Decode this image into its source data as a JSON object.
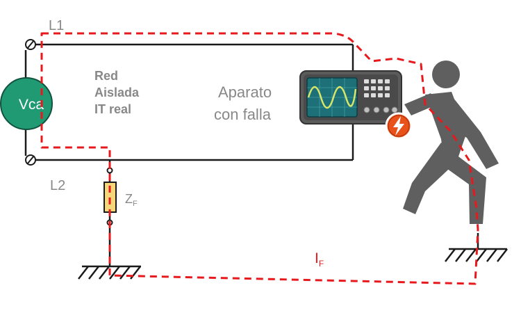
{
  "labels": {
    "line1": "L1",
    "line2": "L2",
    "source": "Vca",
    "network_line1": "Red",
    "network_line2": "Aislada",
    "network_line3": "IT real",
    "device_line1": "Aparato",
    "device_line2": "con falla",
    "impedance_main": "Z",
    "impedance_sub": "F",
    "current_main": "I",
    "current_sub": "F"
  },
  "colors": {
    "wire": "#1a1a1a",
    "fault_path": "#e8191c",
    "source_fill": "#1f9a73",
    "label_gray": "#888888",
    "person": "#5f5f5f",
    "resistor_fill": "#f6d77a",
    "shock_badge": "#e8521a"
  },
  "icons": {
    "device": "oscilloscope-icon",
    "person": "person-touching-icon",
    "shock": "lightning-warning-icon",
    "ground": "ground-symbol-icon"
  }
}
